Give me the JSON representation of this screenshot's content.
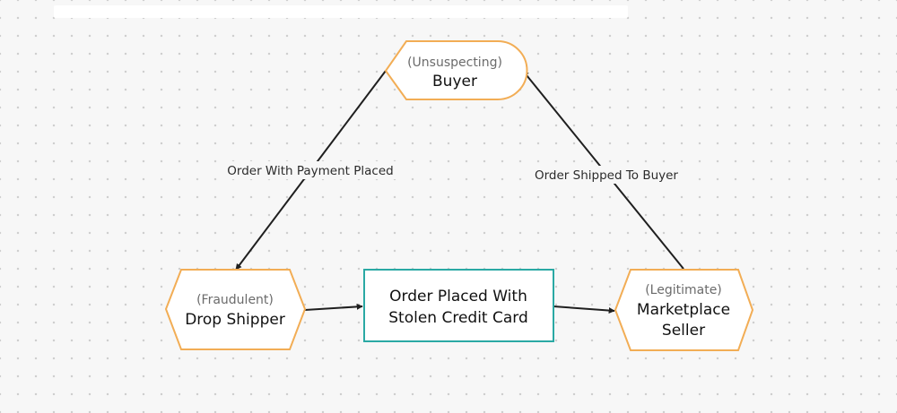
{
  "nodes": {
    "buyer": {
      "qualifier": "(Unsuspecting)",
      "label": "Buyer"
    },
    "drop_shipper": {
      "qualifier": "(Fraudulent)",
      "label": "Drop Shipper"
    },
    "order": {
      "line1": "Order Placed With",
      "line2": "Stolen Credit Card"
    },
    "seller": {
      "qualifier": "(Legitimate)",
      "line1": "Marketplace",
      "line2": "Seller"
    }
  },
  "edges": {
    "buyer_to_shipper": "Order With Payment Placed",
    "seller_to_buyer": "Order Shipped To Buyer"
  },
  "colors": {
    "node_border": "#f2ad55",
    "process_border": "#2aa9a4",
    "edge": "#1f1f1f"
  }
}
